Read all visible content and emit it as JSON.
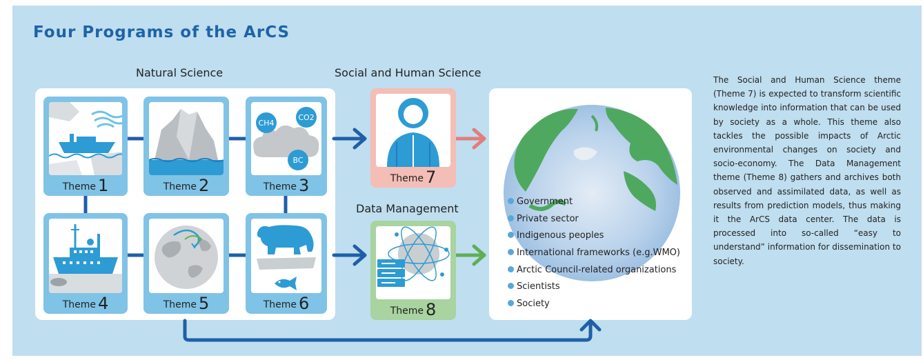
{
  "title": "Four Programs of the ArCS",
  "sections": {
    "natural_science": "Natural Science",
    "social_human_science": "Social and Human Science",
    "data_management": "Data Management"
  },
  "themes": [
    {
      "prefix": "Theme",
      "number": "1",
      "picture": "research-ship-in-ice-icon"
    },
    {
      "prefix": "Theme",
      "number": "2",
      "picture": "glacier-icon"
    },
    {
      "prefix": "Theme",
      "number": "3",
      "picture": "greenhouse-gas-cloud-icon"
    },
    {
      "prefix": "Theme",
      "number": "4",
      "picture": "icebreaker-ship-icon"
    },
    {
      "prefix": "Theme",
      "number": "5",
      "picture": "globe-ocean-current-icon"
    },
    {
      "prefix": "Theme",
      "number": "6",
      "picture": "polar-bear-fish-icon"
    },
    {
      "prefix": "Theme",
      "number": "7",
      "picture": "arctic-person-icon"
    },
    {
      "prefix": "Theme",
      "number": "8",
      "picture": "globe-server-network-icon"
    }
  ],
  "gas_labels": {
    "ch4": "CH4",
    "co2": "CO2",
    "bc": "BC"
  },
  "stakeholders": [
    "Government",
    "Private sector",
    "Indigenous peoples",
    "International frameworks (e.g.WMO)",
    "Arctic Council-related organizations",
    "Scientists",
    "Society"
  ],
  "description": "The Social and Human Science theme (Theme 7) is expected to transform scientific knowledge into information that can be used by society as a whole. This theme also tackles the possible impacts of Arctic environmental changes on society and socio-economy. The Data Management theme (Theme 8) gathers and archives both observed and assimilated data, as well as results from prediction models, thus making it the ArCS data center. The data is processed into so-called “easy to understand” information for dissemination to society.",
  "colors": {
    "background": "#bfdeef",
    "title": "#1f63a8",
    "natural_card": "#7fc3e6",
    "social_card": "#f4bdb6",
    "data_card": "#a9d39f",
    "connector": "#1e5fa8",
    "arrow_blue": "#1e5fa8",
    "arrow_pink": "#e27d7d",
    "arrow_green": "#5fae55",
    "bullet": "#5aa7d8"
  }
}
